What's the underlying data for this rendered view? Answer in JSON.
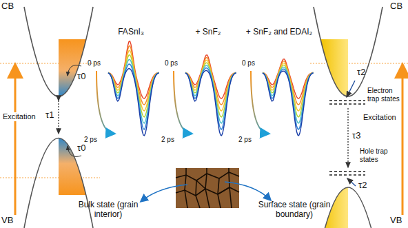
{
  "diagram": {
    "labels": [
      "CB",
      "VB",
      "τ0",
      "τ0",
      "τ1",
      "Excitation",
      "FASnI₃",
      "+ SnF₂",
      "+ SnF₂ and EDAI₂",
      "0 ps",
      "0 ps",
      "0 ps",
      "2 ps",
      "2 ps",
      "2 ps",
      "Bulk state (grain interior)",
      "Surface state (grain boundary)",
      "CB",
      "τ2",
      "Electron trap states",
      "τ3",
      "Hole trap states",
      "τ2",
      "Excitation",
      "VB"
    ]
  }
}
